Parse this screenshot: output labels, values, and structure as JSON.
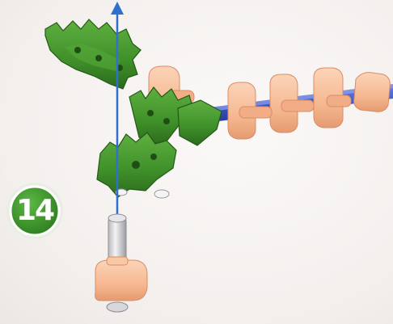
{
  "step": {
    "number": "14"
  },
  "colors": {
    "green_part": "#3f8f2a",
    "green_dark": "#2b6a1c",
    "peach_part": "#f6b891",
    "peach_dark": "#d98d63",
    "blue_rod": "#3b55c4",
    "arrow": "#2f6fd0",
    "badge_fill": "#3f9a2c",
    "badge_ring": "#e8efe2"
  },
  "icons": {
    "badge": "step-number-badge",
    "arrow": "upward-assembly-arrow"
  }
}
